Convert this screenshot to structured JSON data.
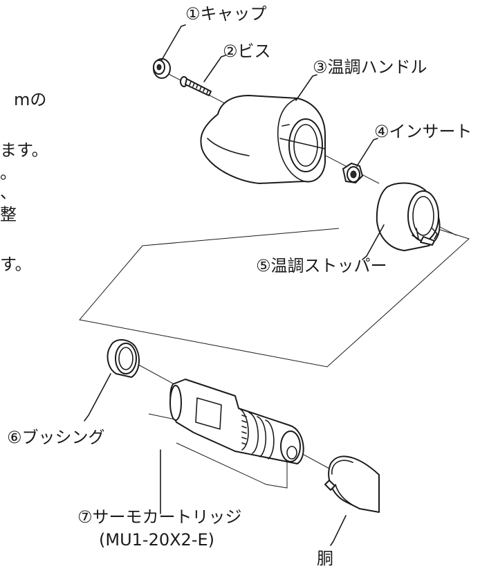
{
  "left_text_fragments": [
    "mの",
    "ます。",
    "。",
    "、",
    "整",
    "す。"
  ],
  "labels": {
    "cap": "①キャップ",
    "screw": "②ビス",
    "handle": "③温調ハンドル",
    "insert": "④インサート",
    "stopper": "⑤温調ストッパー",
    "bushing": "⑥ブッシング",
    "cartridge": "⑦サーモカートリッジ",
    "cartridge_model": "(MU1-20X2-E)",
    "body": "胴"
  }
}
